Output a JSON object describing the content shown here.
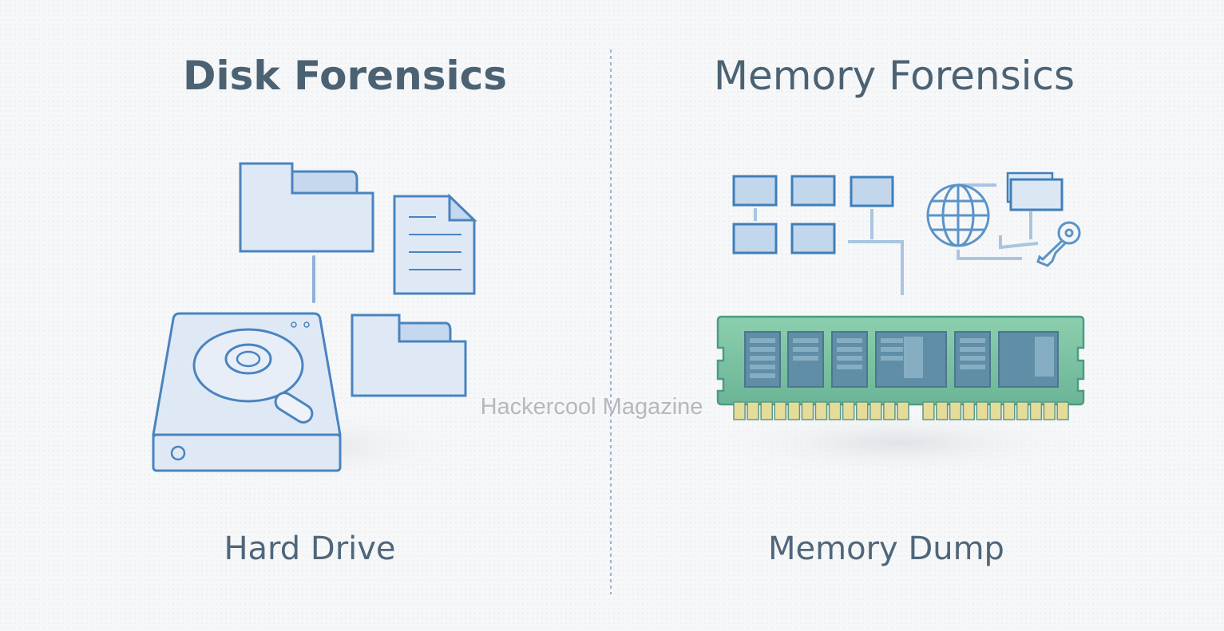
{
  "left_panel": {
    "title": "Disk Forensics",
    "caption": "Hard Drive"
  },
  "right_panel": {
    "title": "Memory Forensics",
    "caption": "Memory Dump"
  },
  "watermark": "Hackercool Magazine",
  "colors": {
    "title": "#4b6273",
    "line": "#4a84bf",
    "ram_board": "#7cc3a0",
    "ram_chip": "#5f8ea6",
    "ram_pins": "#e6dc9a"
  }
}
